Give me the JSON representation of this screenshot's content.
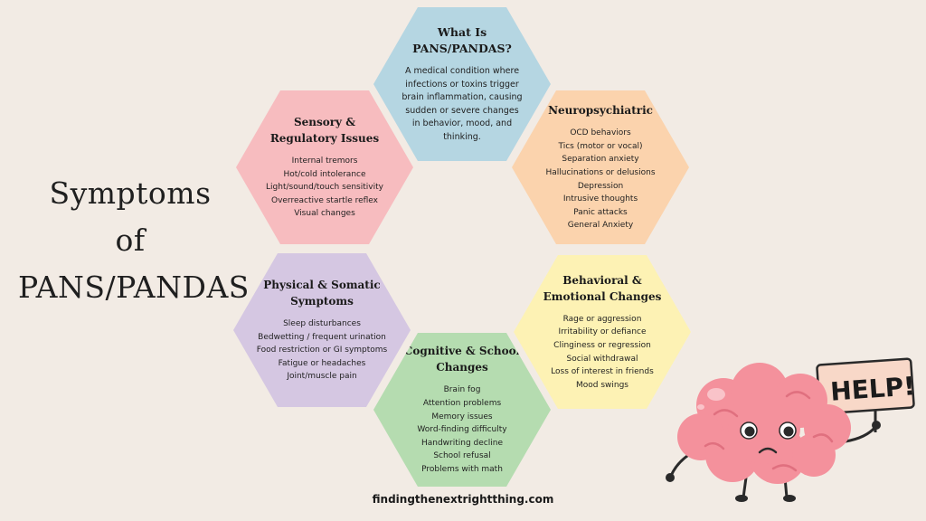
{
  "title": {
    "line1": "Symptoms",
    "line2": "of",
    "line3": "PANS/PANDAS"
  },
  "hexagons": {
    "what_is": {
      "title": "What Is PANS/PANDAS?",
      "description": "A medical condition where infections or toxins trigger brain inflammation, causing sudden or severe changes in behavior, mood, and thinking."
    },
    "sensory": {
      "title": "Sensory & Regulatory Issues",
      "items": [
        "Internal tremors",
        "Hot/cold intolerance",
        "Light/sound/touch sensitivity",
        "Overreactive startle reflex",
        "Visual changes"
      ]
    },
    "neuropsychiatric": {
      "title": "Neuropsychiatric",
      "items": [
        "OCD behaviors",
        "Tics (motor or vocal)",
        "Separation anxiety",
        "Hallucinations or delusions",
        "Depression",
        "Intrusive thoughts",
        "Panic attacks",
        "General Anxiety"
      ]
    },
    "physical": {
      "title": "Physical & Somatic Symptoms",
      "items": [
        "Sleep disturbances",
        "Bedwetting / frequent urination",
        "Food restriction or GI symptoms",
        "Fatigue or headaches",
        "Joint/muscle pain"
      ]
    },
    "behavioral": {
      "title": "Behavioral & Emotional Changes",
      "items": [
        "Rage or aggression",
        "Irritability or defiance",
        "Clinginess or regression",
        "Social withdrawal",
        "Loss of interest in friends",
        "Mood swings"
      ]
    },
    "cognitive": {
      "title": "Cognitive & School Changes",
      "items": [
        "Brain fog",
        "Attention problems",
        "Memory issues",
        "Word-finding difficulty",
        "Handwriting decline",
        "School refusal",
        "Problems with math"
      ]
    }
  },
  "illustration": {
    "sign_text": "HELP!"
  },
  "footer": "findingthenextrightthing.com",
  "colors": {
    "background": "#f2ebe4",
    "blue": "#b5d6e2",
    "pink": "#f7bcbf",
    "orange": "#fbd3ad",
    "purple": "#d5c7e2",
    "yellow": "#fdf2b4",
    "green": "#b5dcb0",
    "brain": "#f4919c",
    "sign": "#f8d8c8"
  }
}
